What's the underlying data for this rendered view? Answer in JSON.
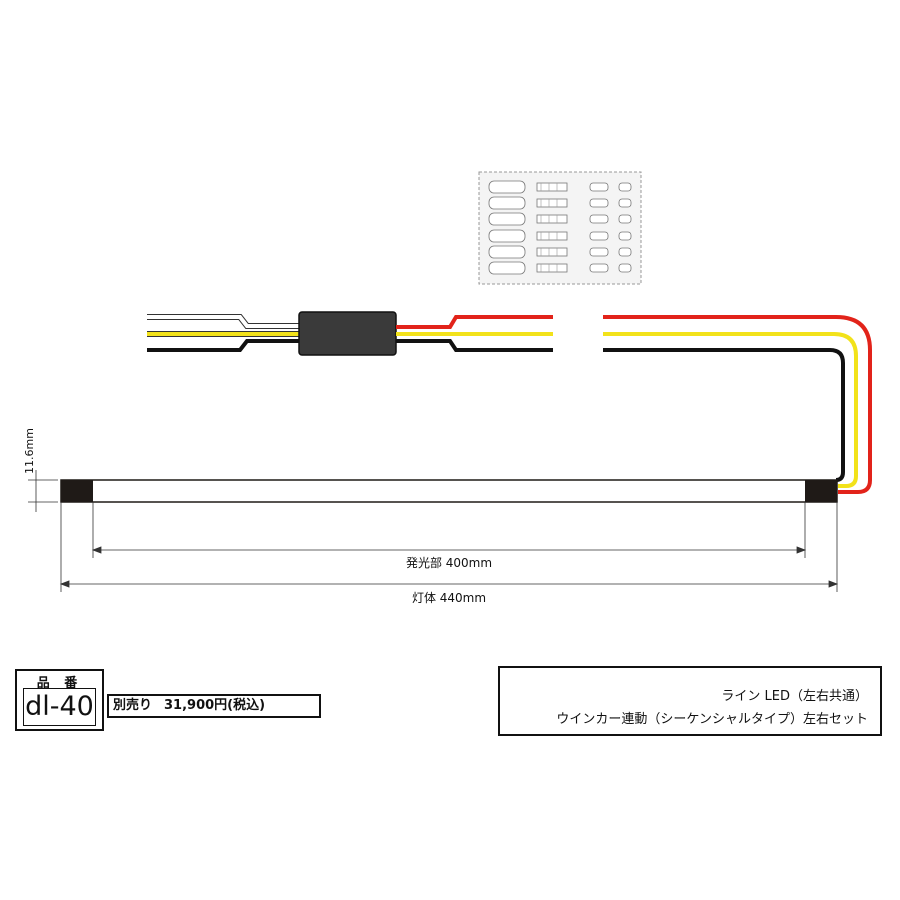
{
  "dimensions": {
    "height_label": "11.6mm",
    "emitting_label": "発光部 400mm",
    "body_label": "灯体 440mm"
  },
  "product": {
    "part_number_label": "品 番",
    "part_number": "dl-40",
    "price_text": "別売り",
    "price_value": "31,900円(税込)"
  },
  "description": {
    "line1": "ライン LED（左右共通）",
    "line2": "ウインカー連動（シーケンシャルタイプ）左右セット"
  },
  "colors": {
    "wire_red": "#e2231a",
    "wire_yellow": "#f2e21a",
    "wire_black": "#111111",
    "wire_white": "#ffffff",
    "module_body": "#3a3a3a",
    "end_cap": "#1f1a17"
  },
  "icons": {
    "connector_kit": "terminal-connector-set-icon"
  }
}
